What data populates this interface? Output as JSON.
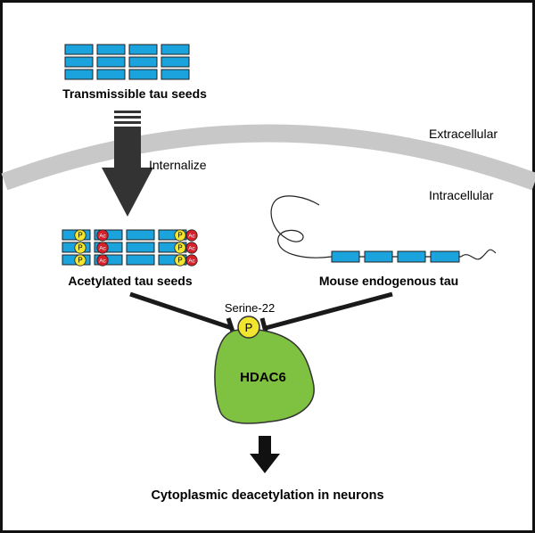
{
  "labels": {
    "transmissible": "Transmissible tau seeds",
    "internalize": "Internalize",
    "extracellular": "Extracellular",
    "intracellular": "Intracellular",
    "acetylated": "Acetylated tau seeds",
    "mouse_tau": "Mouse endogenous tau",
    "serine": "Serine-22",
    "phospho": "P",
    "acetyl": "Ac",
    "hdac6": "HDAC6",
    "outcome": "Cytoplasmic deacetylation in neurons"
  },
  "colors": {
    "tau_segment": "#1aa3dc",
    "membrane": "#c8c8c8",
    "phospho_circle": "#f2e530",
    "acetyl_circle": "#d8202a",
    "hdac6": "#7fc241",
    "arrow": "#333333",
    "frame": "#111111"
  },
  "icons": [
    "tau-segment-icon",
    "phospho-circle-icon",
    "acetyl-circle-icon",
    "inhibition-bar-icon",
    "down-arrow-icon"
  ]
}
